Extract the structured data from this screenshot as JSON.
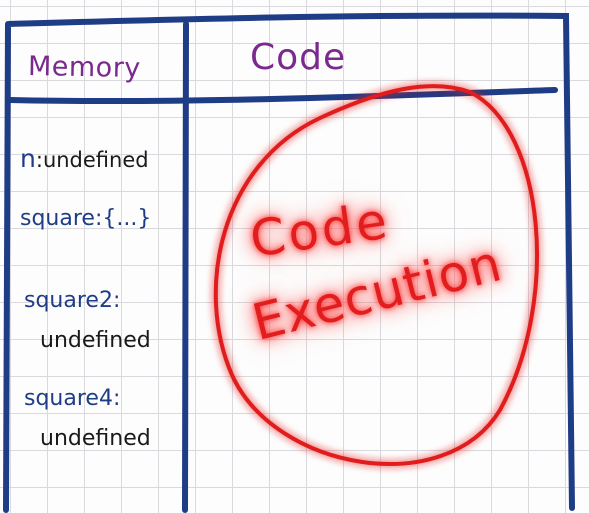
{
  "memory_heading": "Memory",
  "code_heading": "Code",
  "memory": {
    "n": {
      "name": "n",
      "separator": ":",
      "value": "undefined"
    },
    "square": {
      "text": "square:{...}"
    },
    "square2": {
      "name": "square2:",
      "value": "undefined"
    },
    "square4": {
      "name": "square4:",
      "value": "undefined"
    }
  },
  "annotation": {
    "line1": "Code",
    "line2": "Execution"
  },
  "colors": {
    "frame": "#1f3c86",
    "heading": "#7a2a8e",
    "variable": "#1f3c86",
    "value": "#1a1a1a",
    "highlight": "#e11d1d",
    "grid": "#d9d9de"
  }
}
